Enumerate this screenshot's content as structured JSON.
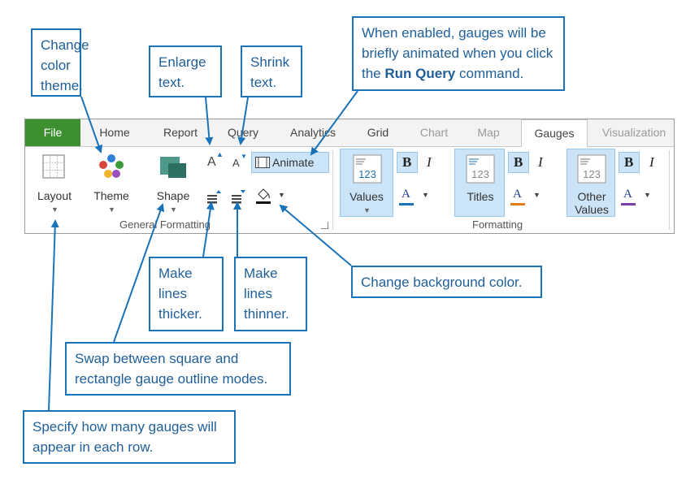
{
  "callouts": {
    "color_theme": "Change color theme.",
    "enlarge": "Enlarge text.",
    "shrink": "Shrink text.",
    "animate_pre": "When enabled, gauges will be briefly animated when you click the ",
    "animate_bold": "Run Query",
    "animate_post": " command.",
    "thicker": "Make lines thicker.",
    "thinner": "Make lines thinner.",
    "background": "Change background color.",
    "shape": "Swap between square and rectangle gauge outline modes.",
    "layout": "Specify how many gauges will appear in each row."
  },
  "tabs": [
    "File",
    "Home",
    "Report",
    "Query",
    "Analytics",
    "Grid",
    "Chart",
    "Map",
    "Gauges",
    "Visualization"
  ],
  "active_tab": "Gauges",
  "general": {
    "layout": "Layout",
    "theme": "Theme",
    "shape": "Shape",
    "enlarge_glyph": "A",
    "shrink_glyph": "A",
    "animate": "Animate",
    "group": "General Formatting"
  },
  "formatting": {
    "values": "Values",
    "titles": "Titles",
    "other_values": "Other Values",
    "icon_num": "123",
    "bold": "B",
    "italic": "I",
    "font_color_glyph": "A",
    "group": "Formatting"
  },
  "colors": {
    "accent": "#1a73b8",
    "file_tab": "#3d8f2f",
    "highlight": "#cce4f7",
    "values_underline": "#1a73b8",
    "titles_underline": "#e07b1a",
    "other_underline": "#7a3ea8"
  }
}
